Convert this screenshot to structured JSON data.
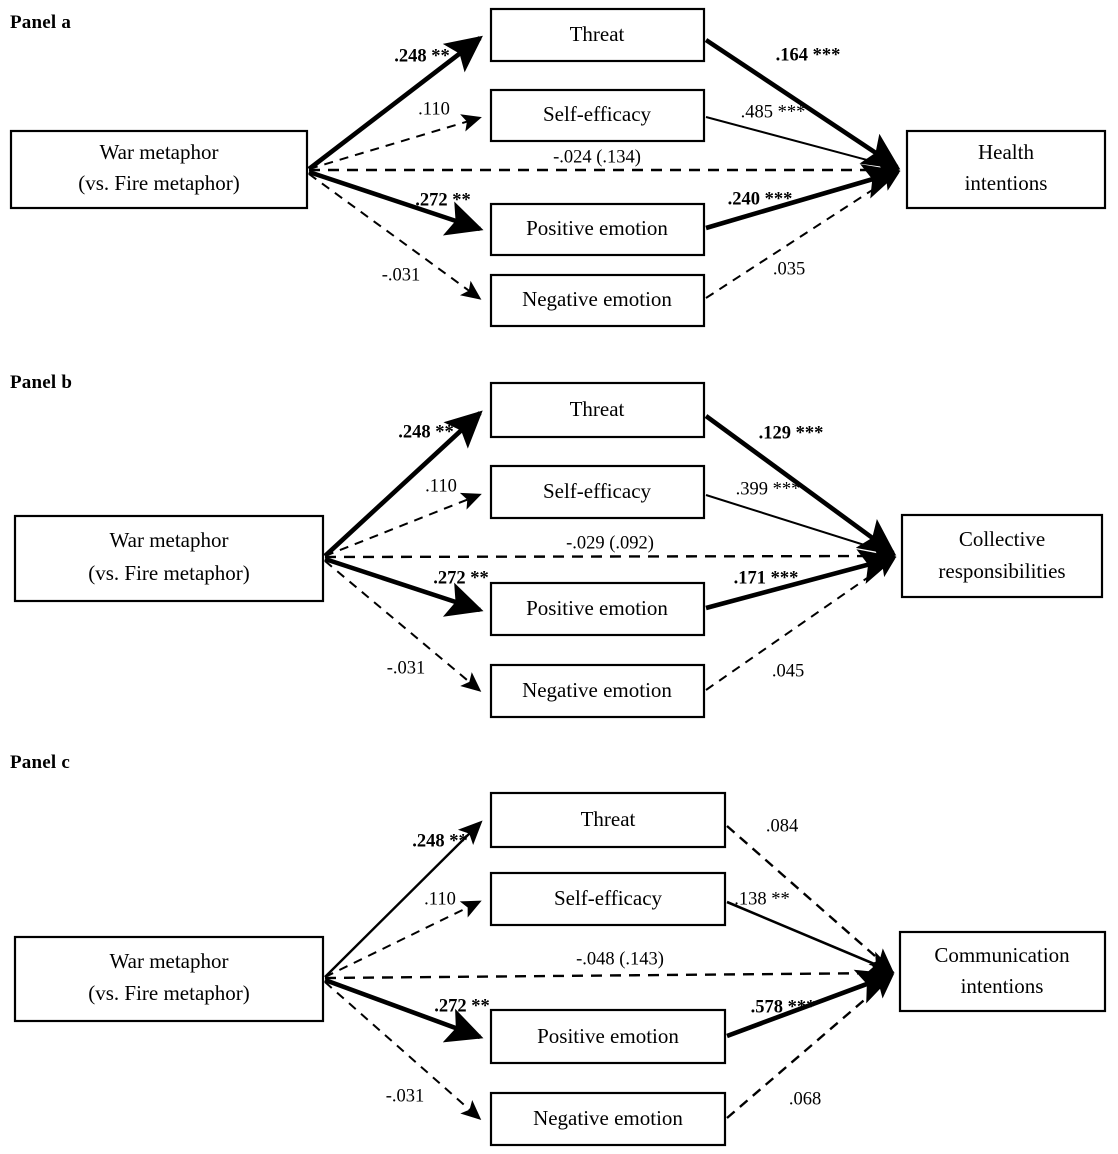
{
  "figure": {
    "type": "path-diagram",
    "description": "Three-panel structural equation / mediation path diagram showing effects of War metaphor (vs. Fire metaphor) on three outcomes via four mediators."
  },
  "panels": [
    {
      "id": "a",
      "label": "Panel a",
      "predictor": {
        "line1": "War metaphor",
        "line2": "(vs. Fire metaphor)"
      },
      "outcome": {
        "line1": "Health",
        "line2": "intentions"
      },
      "mediators": [
        {
          "name": "threat",
          "label": "Threat"
        },
        {
          "name": "self-efficacy",
          "label": "Self-efficacy"
        },
        {
          "name": "positive-emotion",
          "label": "Positive emotion"
        },
        {
          "name": "negative-emotion",
          "label": "Negative emotion"
        }
      ],
      "a_paths": [
        {
          "to": "threat",
          "value": ".248 **",
          "bold": true,
          "style": "solid",
          "weight": "thick"
        },
        {
          "to": "self-efficacy",
          "value": ".110",
          "bold": false,
          "style": "dashed",
          "weight": "thin"
        },
        {
          "to": "positive-emotion",
          "value": ".272 **",
          "bold": true,
          "style": "solid",
          "weight": "thick"
        },
        {
          "to": "negative-emotion",
          "value": "-.031",
          "bold": false,
          "style": "dashed",
          "weight": "thin"
        }
      ],
      "b_paths": [
        {
          "from": "threat",
          "value": ".164 ***",
          "bold": true,
          "style": "solid",
          "weight": "thick"
        },
        {
          "from": "self-efficacy",
          "value": ".485 ***",
          "bold": false,
          "style": "solid",
          "weight": "thin"
        },
        {
          "from": "positive-emotion",
          "value": ".240 ***",
          "bold": true,
          "style": "solid",
          "weight": "thick"
        },
        {
          "from": "negative-emotion",
          "value": ".035",
          "bold": false,
          "style": "dashed",
          "weight": "thin"
        }
      ],
      "direct_effect": {
        "value": "-.024 (.134)",
        "bold": false,
        "style": "dashed",
        "weight": "thin"
      }
    },
    {
      "id": "b",
      "label": "Panel b",
      "predictor": {
        "line1": "War metaphor",
        "line2": "(vs. Fire metaphor)"
      },
      "outcome": {
        "line1": "Collective",
        "line2": "responsibilities"
      },
      "mediators": [
        {
          "name": "threat",
          "label": "Threat"
        },
        {
          "name": "self-efficacy",
          "label": "Self-efficacy"
        },
        {
          "name": "positive-emotion",
          "label": "Positive emotion"
        },
        {
          "name": "negative-emotion",
          "label": "Negative emotion"
        }
      ],
      "a_paths": [
        {
          "to": "threat",
          "value": ".248 **",
          "bold": true,
          "style": "solid",
          "weight": "thick"
        },
        {
          "to": "self-efficacy",
          "value": ".110",
          "bold": false,
          "style": "dashed",
          "weight": "thin"
        },
        {
          "to": "positive-emotion",
          "value": ".272 **",
          "bold": true,
          "style": "solid",
          "weight": "thick"
        },
        {
          "to": "negative-emotion",
          "value": "-.031",
          "bold": false,
          "style": "dashed",
          "weight": "thin"
        }
      ],
      "b_paths": [
        {
          "from": "threat",
          "value": ".129 ***",
          "bold": true,
          "style": "solid",
          "weight": "thick"
        },
        {
          "from": "self-efficacy",
          "value": ".399 ***",
          "bold": false,
          "style": "solid",
          "weight": "thin"
        },
        {
          "from": "positive-emotion",
          "value": ".171 ***",
          "bold": true,
          "style": "solid",
          "weight": "thick"
        },
        {
          "from": "negative-emotion",
          "value": ".045",
          "bold": false,
          "style": "dashed",
          "weight": "thin"
        }
      ],
      "direct_effect": {
        "value": "-.029 (.092)",
        "bold": false,
        "style": "dashed",
        "weight": "thin"
      }
    },
    {
      "id": "c",
      "label": "Panel c",
      "predictor": {
        "line1": "War metaphor",
        "line2": "(vs. Fire metaphor)"
      },
      "outcome": {
        "line1": "Communication",
        "line2": "intentions"
      },
      "mediators": [
        {
          "name": "threat",
          "label": "Threat"
        },
        {
          "name": "self-efficacy",
          "label": "Self-efficacy"
        },
        {
          "name": "positive-emotion",
          "label": "Positive emotion"
        },
        {
          "name": "negative-emotion",
          "label": "Negative emotion"
        }
      ],
      "a_paths": [
        {
          "to": "threat",
          "value": ".248 **",
          "bold": true,
          "style": "solid",
          "weight": "thin"
        },
        {
          "to": "self-efficacy",
          "value": ".110",
          "bold": false,
          "style": "dashed",
          "weight": "thin"
        },
        {
          "to": "positive-emotion",
          "value": ".272 **",
          "bold": true,
          "style": "solid",
          "weight": "thick"
        },
        {
          "to": "negative-emotion",
          "value": "-.031",
          "bold": false,
          "style": "dashed",
          "weight": "thin"
        }
      ],
      "b_paths": [
        {
          "from": "threat",
          "value": ".084",
          "bold": false,
          "style": "dashed",
          "weight": "thin"
        },
        {
          "from": "self-efficacy",
          "value": ".138 **",
          "bold": false,
          "style": "solid",
          "weight": "thin"
        },
        {
          "from": "positive-emotion",
          "value": ".578 ***",
          "bold": true,
          "style": "solid",
          "weight": "thick"
        },
        {
          "from": "negative-emotion",
          "value": ".068",
          "bold": false,
          "style": "dashed",
          "weight": "thin"
        }
      ],
      "direct_effect": {
        "value": "-.048 (.143)",
        "bold": false,
        "style": "dashed",
        "weight": "thin"
      }
    }
  ]
}
